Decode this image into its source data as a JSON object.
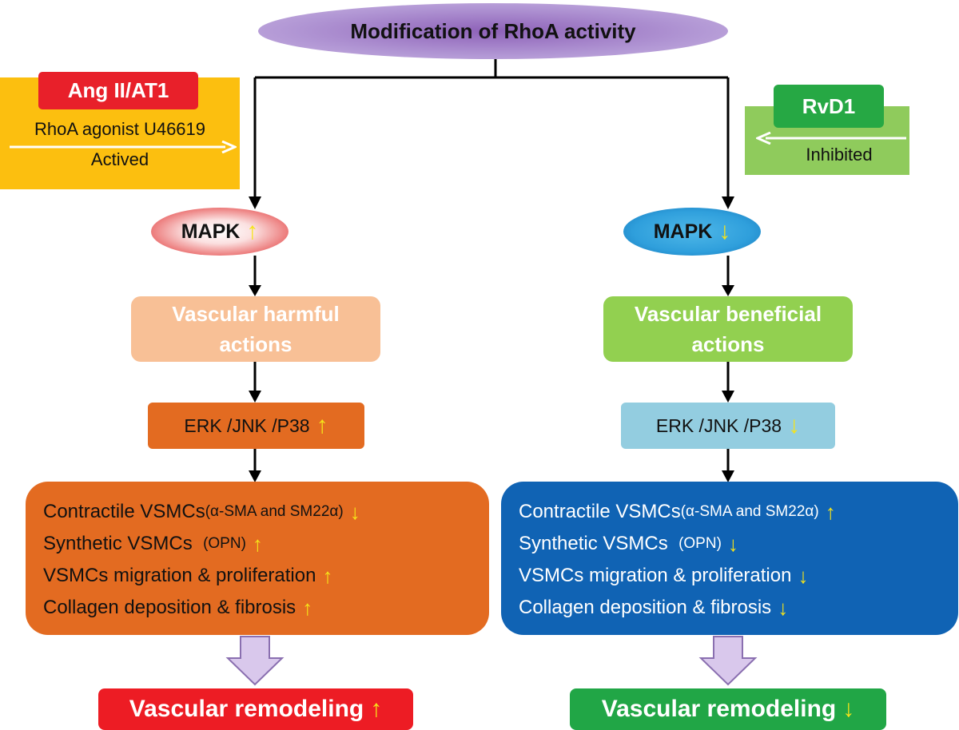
{
  "title": "Modification of RhoA activity",
  "left_branch": {
    "activator_tag": "Ang II/AT1",
    "agonist_text": "RhoA agonist U46619",
    "effect_label": "Actived",
    "mapk_label": "MAPK",
    "action_line1": "Vascular harmful",
    "action_line2": "actions",
    "erk_label": "ERK /JNK /P38",
    "effects": [
      {
        "main": "Contractile VSMCs ",
        "sub": "(α-SMA and SM22α)",
        "direction": "down"
      },
      {
        "main": "Synthetic VSMCs  ",
        "sub": "(OPN)",
        "direction": "up"
      },
      {
        "main": "VSMCs migration & proliferation",
        "sub": "",
        "direction": "up"
      },
      {
        "main": "Collagen deposition & fibrosis",
        "sub": "",
        "direction": "up"
      }
    ],
    "outcome": "Vascular remodeling"
  },
  "right_branch": {
    "inhibitor_tag": "RvD1",
    "effect_label": "Inhibited",
    "mapk_label": "MAPK",
    "action_line1": "Vascular beneficial",
    "action_line2": "actions",
    "erk_label": "ERK /JNK /P38",
    "effects": [
      {
        "main": "Contractile VSMCs ",
        "sub": "(α-SMA and SM22α)",
        "direction": "up"
      },
      {
        "main": "Synthetic VSMCs  ",
        "sub": "(OPN)",
        "direction": "down"
      },
      {
        "main": "VSMCs migration & proliferation",
        "sub": "",
        "direction": "down"
      },
      {
        "main": "Collagen deposition & fibrosis",
        "sub": "",
        "direction": "down"
      }
    ],
    "outcome": "Vascular remodeling"
  },
  "colors": {
    "title_ellipse": "#a07cc8",
    "agonist_box": "#fcbf0f",
    "activator_tag": "#e8202a",
    "inhibitor_box": "#8fcb5c",
    "inhibitor_tag": "#26a844",
    "harmful_action": "#f8c096",
    "beneficial_action": "#92d050",
    "harmful_effects": "#e36b21",
    "beneficial_effects": "#1063b4",
    "erk_right": "#93cde0",
    "outcome_left": "#ed1c24",
    "outcome_right": "#21a646",
    "indicator_arrow": "#f5e31a",
    "block_arrow": "#d9c8ec"
  },
  "icons": {
    "up": "arrow-up-icon",
    "down": "arrow-down-icon"
  }
}
